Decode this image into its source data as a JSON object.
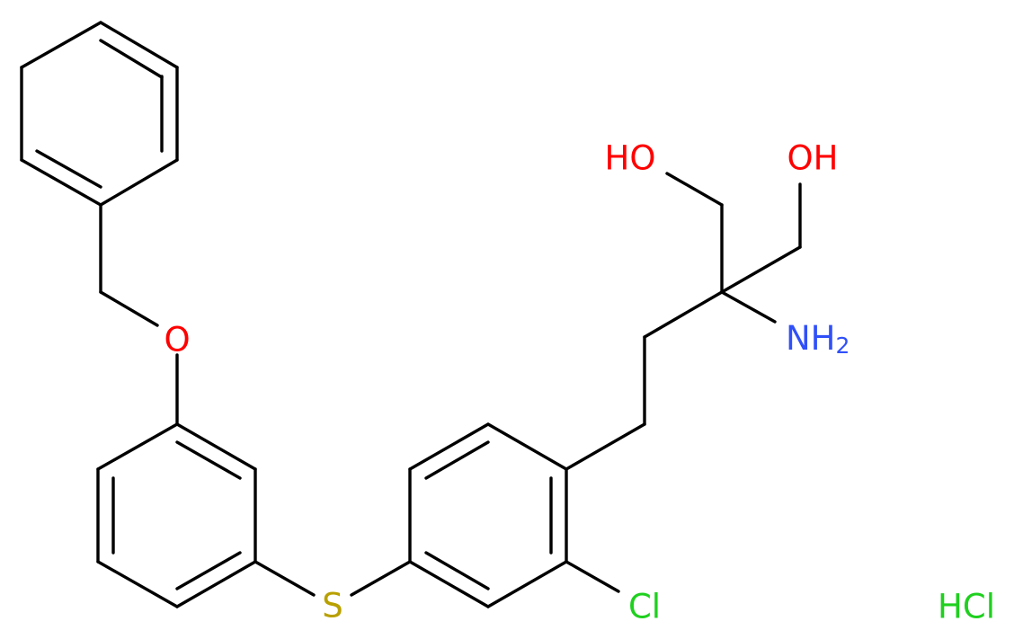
{
  "molecule": {
    "colors": {
      "bond": "#000000",
      "oxygen": "#FF0000",
      "nitrogen": "#3050F8",
      "sulfur": "#B8A000",
      "chlorine": "#1FD01F"
    },
    "labels": {
      "ether_oxygen": "O",
      "thioether": "S",
      "chloro": "Cl",
      "hydroxyl_left": "HO",
      "hydroxyl_right": "OH",
      "amine": "NH",
      "amine_subscript": "2",
      "salt": "HCl"
    }
  }
}
